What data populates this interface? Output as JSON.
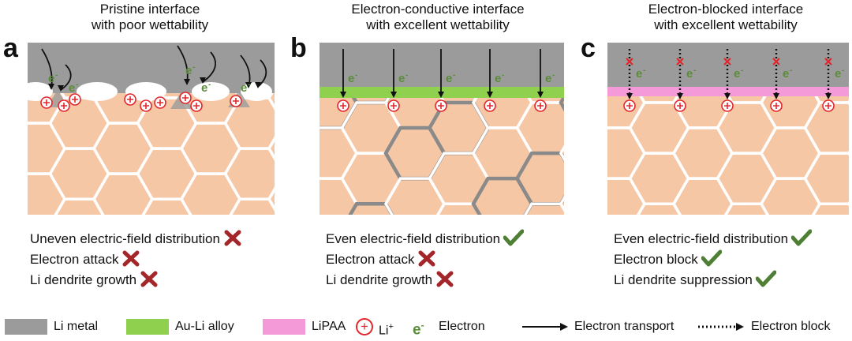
{
  "panels": [
    {
      "label": "a",
      "title_line1": "Pristine interface",
      "title_line2": "with poor wettability",
      "criteria": [
        {
          "text": "Uneven electric-field distribution",
          "ok": false
        },
        {
          "text": "Electron attack",
          "ok": false
        },
        {
          "text": "Li dendrite growth",
          "ok": false
        }
      ]
    },
    {
      "label": "b",
      "title_line1": "Electron-conductive interface",
      "title_line2": "with excellent wettability",
      "criteria": [
        {
          "text": "Even electric-field distribution",
          "ok": true
        },
        {
          "text": "Electron attack",
          "ok": false
        },
        {
          "text": "Li dendrite growth",
          "ok": false
        }
      ]
    },
    {
      "label": "c",
      "title_line1": "Electron-blocked interface",
      "title_line2": "with excellent wettability",
      "criteria": [
        {
          "text": "Even electric-field distribution",
          "ok": true
        },
        {
          "text": "Electron block",
          "ok": true
        },
        {
          "text": "Li dendrite suppression",
          "ok": true
        }
      ]
    }
  ],
  "symbols": {
    "electron": "e",
    "electron_sup": "-",
    "li_ion": "+"
  },
  "legend": {
    "li_metal": "Li metal",
    "au_li": "Au-Li alloy",
    "lipaa": "LiPAA",
    "li_plus": "Li",
    "li_plus_sup": "+",
    "electron_symbol": "e",
    "electron_sup": "-",
    "electron": "Electron",
    "transport": "Electron transport",
    "block": "Electron block"
  },
  "colors": {
    "li_metal": "#9b9b9b",
    "au_li": "#8fd14f",
    "lipaa": "#f49ad9",
    "substrate": "#f6c7a4",
    "ion": "#e3262b",
    "electron": "#5b8c3a",
    "cross": "#a3262a",
    "check": "#4f7f35"
  }
}
